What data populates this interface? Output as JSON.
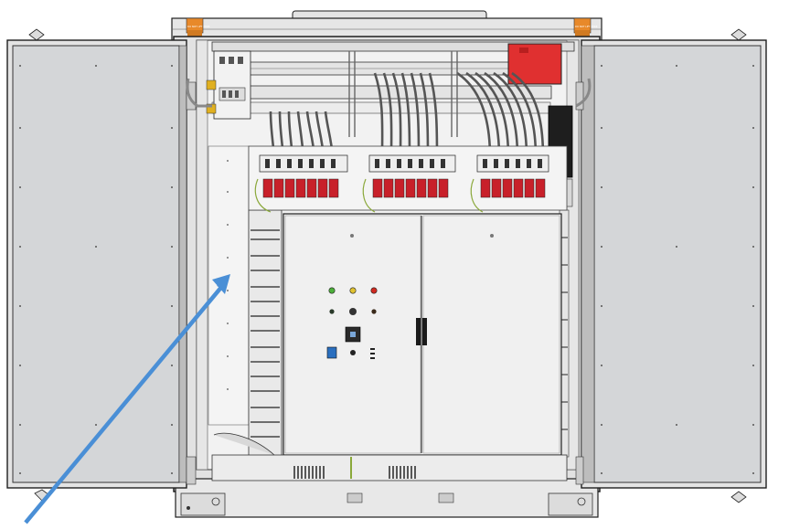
{
  "figure": {
    "subject": "Outdoor electrical cabinet with double doors open, showing distribution components, terminal blocks and inner control door",
    "warning_label_text": "DO NOT LIFT HERE",
    "annotation": {
      "type": "arrow",
      "color": "#4a8fd6"
    }
  },
  "colors": {
    "frame": "#dcdcdc",
    "door_panel": "#d4d6d8",
    "outline": "#1e1e1e",
    "breaker_red": "#c8202a",
    "red_box": "#e03030",
    "orange_label": "#e8892a",
    "control_door": "#f0f0f0",
    "arrow": "#4a8fd6",
    "indicator_green": "#4caf3a",
    "indicator_yellow": "#e0c230",
    "indicator_red": "#d02a20"
  },
  "icons": [
    "left-door",
    "right-door",
    "hinge-icon",
    "breaker-icon",
    "indicator-lamp-icon",
    "selector-switch-icon",
    "door-handle-icon",
    "pointer-arrow-icon"
  ]
}
